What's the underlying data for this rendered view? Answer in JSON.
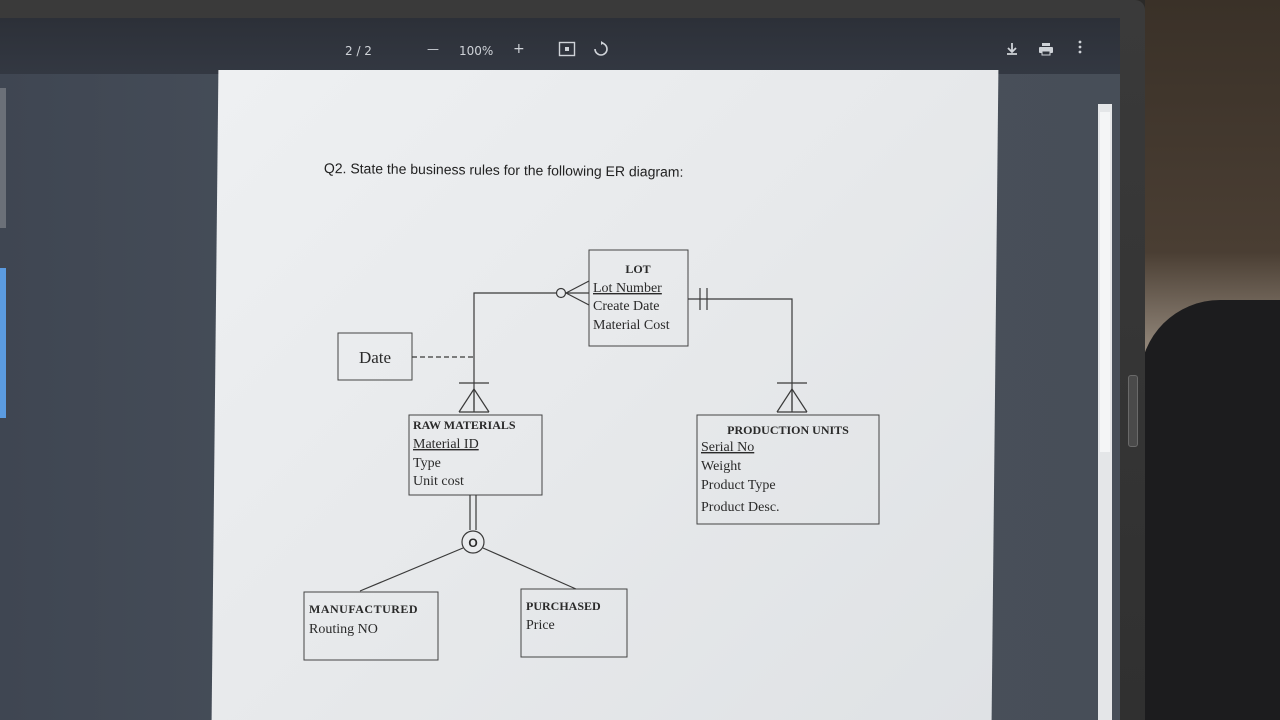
{
  "viewer": {
    "page_indicator": "2 / 2",
    "zoom": "100%",
    "zoom_out_symbol": "—",
    "zoom_in_symbol": "+",
    "icons": [
      "fit-page-icon",
      "rotate-icon",
      "download-icon",
      "print-icon",
      "more-icon"
    ]
  },
  "document": {
    "question": "Q2. State the business rules for the following ER diagram:"
  },
  "diagram": {
    "entities": {
      "lot": {
        "title": "LOT",
        "attrs": [
          "Lot Number",
          "Create Date",
          "Material Cost"
        ],
        "key": "Lot Number"
      },
      "date": {
        "title": "Date"
      },
      "raw_materials": {
        "title": "RAW MATERIALS",
        "attrs": [
          "Material ID",
          "Type",
          "Unit cost"
        ],
        "key": "Material ID"
      },
      "production_units": {
        "title": "PRODUCTION UNITS",
        "attrs": [
          "Serial No",
          "Weight",
          "Product Type",
          "Product Desc."
        ],
        "key": "Serial No"
      },
      "manufactured": {
        "title": "MANUFACTURED",
        "attrs": [
          "Routing NO"
        ]
      },
      "purchased": {
        "title": "PURCHASED",
        "attrs": [
          "Price"
        ]
      }
    },
    "subtype_symbol": "O"
  }
}
